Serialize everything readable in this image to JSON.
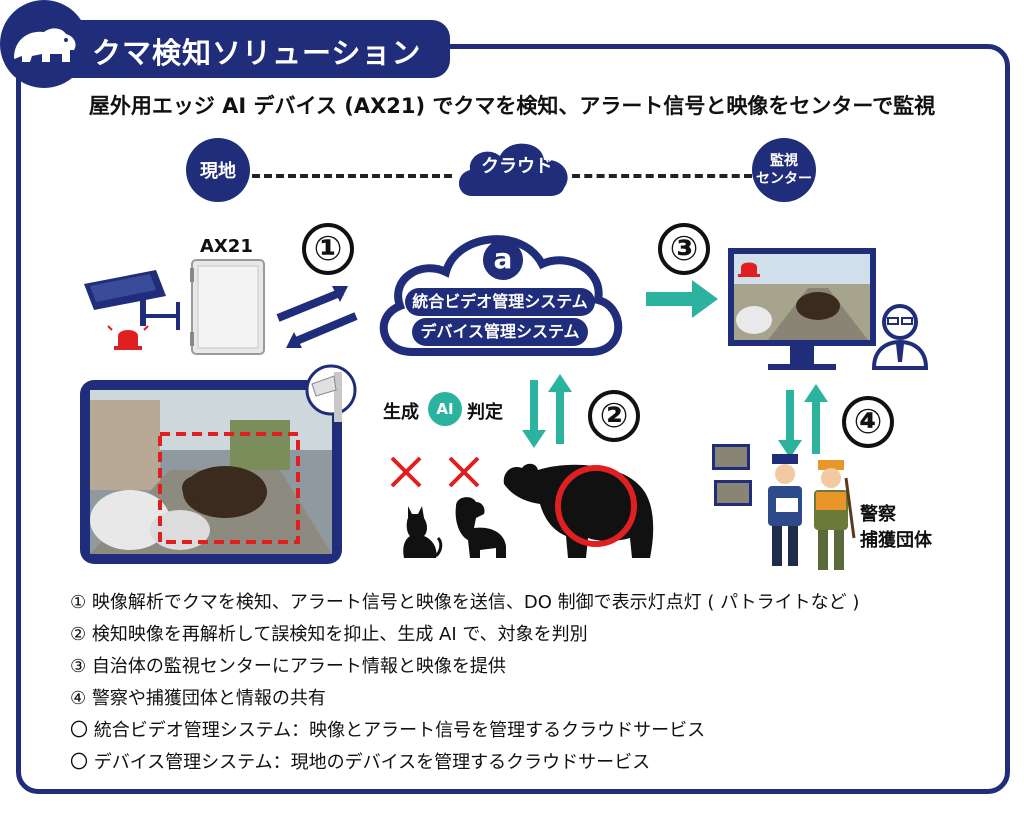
{
  "header": {
    "title": "クマ検知ソリューション",
    "subtitle": "屋外用エッジ AI デバイス (AX21) でクマを検知、アラート信号と映像をセンターで監視"
  },
  "locations": {
    "site": "現地",
    "cloud": "クラウド",
    "center_line1": "監視",
    "center_line2": "センター"
  },
  "device": {
    "name": "AX21"
  },
  "cloud_services": {
    "logo_letter": "a",
    "service1": "統合ビデオ管理システム",
    "service2": "デバイス管理システム"
  },
  "steps": [
    "①",
    "②",
    "③",
    "④"
  ],
  "ai": {
    "left": "生成",
    "badge": "AI",
    "right": "判定"
  },
  "responders": {
    "line1": "警察",
    "line2": "捕獲団体"
  },
  "notes": [
    "① 映像解析でクマを検知、アラート信号と映像を送信、DO 制御で表示灯点灯 ( パトライトなど )",
    "② 検知映像を再解析して誤検知を抑止、生成 AI で、対象を判別",
    "③ 自治体の監視センターにアラート情報と映像を提供",
    "④ 警察や捕獲団体と情報の共有",
    "〇 統合ビデオ管理システム：映像とアラート信号を管理するクラウドサービス",
    "〇 デバイス管理システム：現地のデバイスを管理するクラウドサービス"
  ],
  "colors": {
    "navy": "#1f2d7a",
    "teal": "#2bb3a0",
    "alert_red": "#e02020"
  }
}
